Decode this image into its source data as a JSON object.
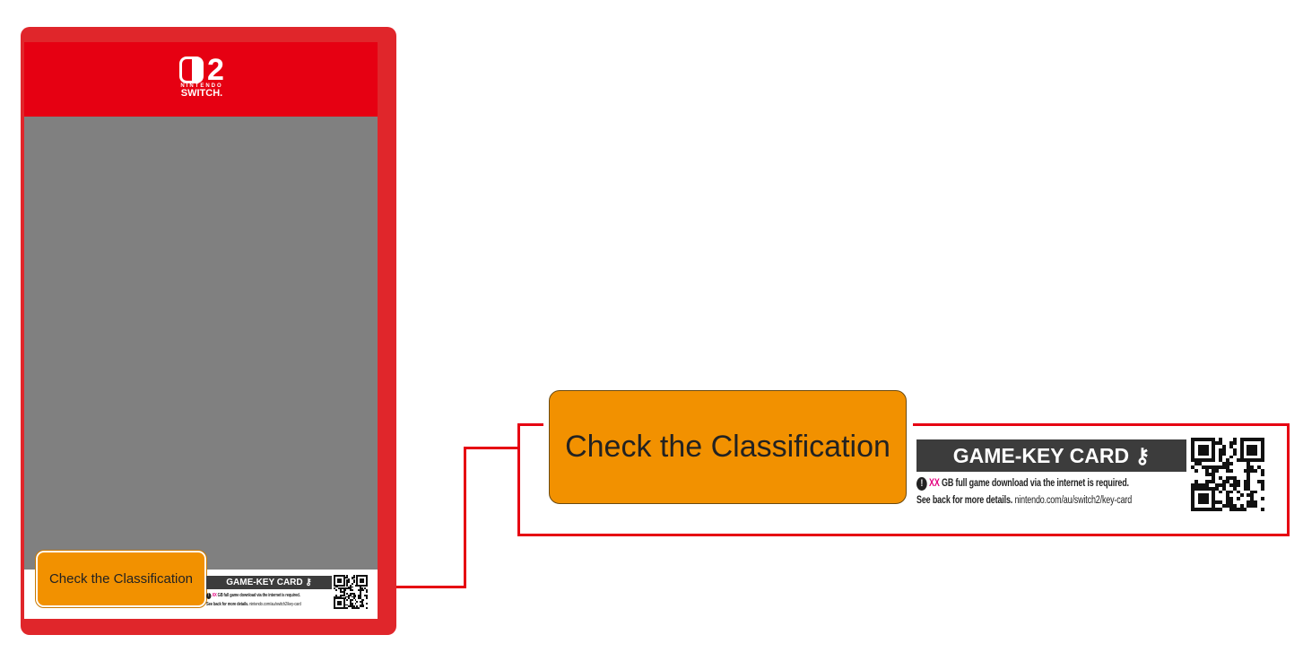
{
  "logo": {
    "brand": "NINTENDO",
    "product": "SWITCH.",
    "number": "2"
  },
  "classification_label": "Check the Classification",
  "key_card": {
    "title": "GAME-KEY CARD",
    "size_placeholder": "XX",
    "download_text": "GB full game download via the internet is required.",
    "see_back": "See back for more details.",
    "url": "nintendo.com/au/switch2/key-card"
  },
  "colors": {
    "case_red": "#e0262b",
    "header_red": "#e60012",
    "classification_orange": "#f29100",
    "cover_grey": "#808080",
    "xx_magenta": "#e4007f"
  }
}
